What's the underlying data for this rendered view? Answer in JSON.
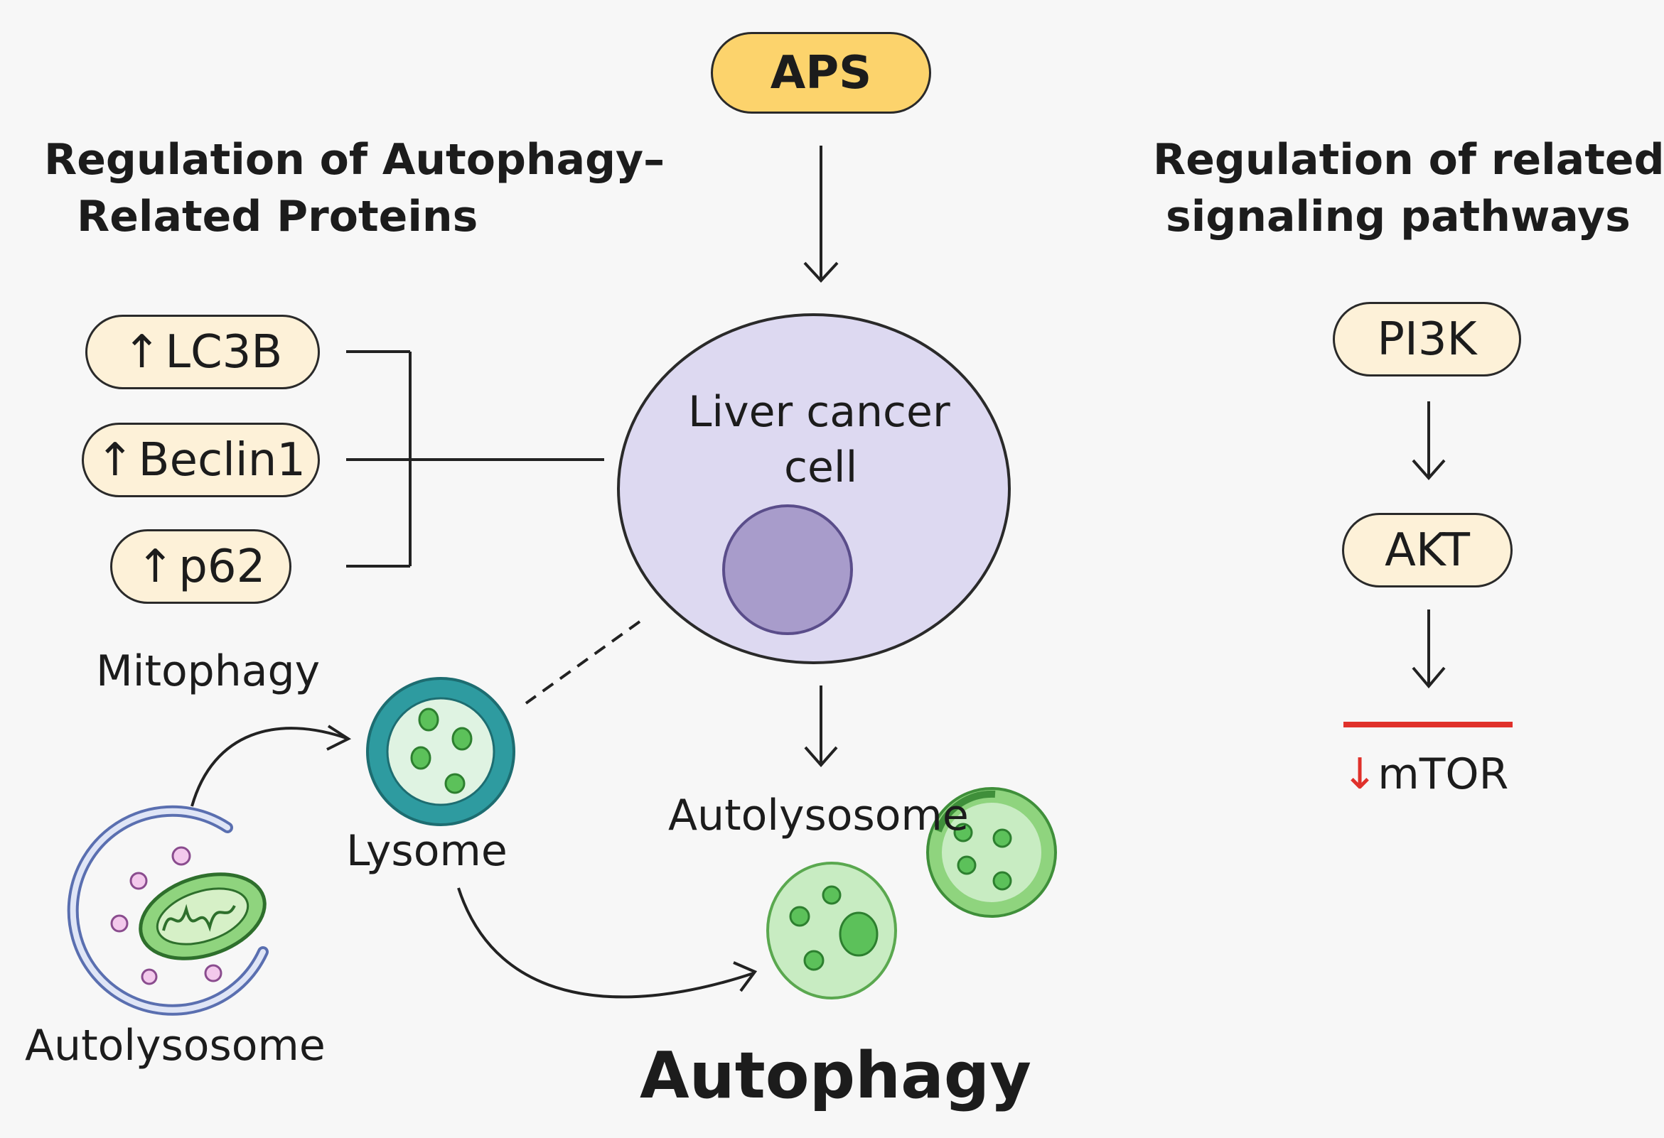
{
  "top": {
    "aps_label": "APS"
  },
  "left_panel": {
    "title_line1": "Regulation of Autophagy–",
    "title_line2": "Related Proteins",
    "proteins": [
      {
        "arrow": "↑",
        "name": "LC3B"
      },
      {
        "arrow": "↑",
        "name": "Beclin1"
      },
      {
        "arrow": "↑",
        "name": "p62"
      }
    ],
    "mitophagy_label": "Mitophagy"
  },
  "right_panel": {
    "title_line1": "Regulation of related",
    "title_line2": "signaling pathways",
    "pathway": [
      "PI3K",
      "AKT"
    ],
    "mtor_arrow": "↓",
    "mtor_label": "mTOR"
  },
  "center": {
    "cell_line1": "Liver cancer",
    "cell_line2": "cell",
    "autolysosome_label": "Autolysosome"
  },
  "bottom": {
    "lysome_label": "Lysome",
    "autolysosome_label": "Autolysosome",
    "autophagy_title": "Autophagy"
  },
  "colors": {
    "aps_fill": "#fcd36c",
    "pill_fill": "#fdf1d8",
    "cell_fill": "#ddd9f1",
    "nucleus_fill": "#a89ccb",
    "lysosome_ring": "#2e9ba0",
    "vesicle_green": "#8fd47e",
    "inhibition_red": "#e0312b"
  }
}
